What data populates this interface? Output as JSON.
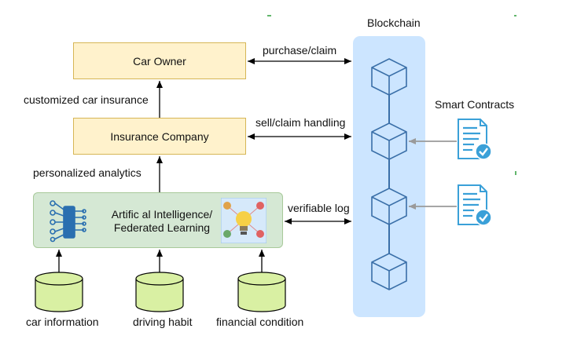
{
  "nodes": {
    "car_owner": "Car Owner",
    "insurance_company": "Insurance Company",
    "ai_line1": "Artific al Intelligence/",
    "ai_line2": "Federated Learning",
    "blockchain": "Blockchain",
    "smart_contracts": "Smart Contracts"
  },
  "edges": {
    "purchase_claim": "purchase/claim",
    "sell_claim_handling": "sell/claim handling",
    "verifiable_log": "verifiable log",
    "customized_insurance": "customized car insurance",
    "personalized_analytics": "personalized analytics"
  },
  "data_sources": [
    {
      "label": "car information"
    },
    {
      "label": "driving habit"
    },
    {
      "label": "financial condition"
    }
  ],
  "icons": [
    "neural-chip-icon",
    "idea-network-icon",
    "cube-icon",
    "contract-document-icon",
    "database-cylinder-icon"
  ],
  "colors": {
    "person_box_fill": "#fff2cc",
    "person_box_border": "#d6b656",
    "ai_box_fill": "#d5e8d4",
    "blockchain_fill": "#cce5ff",
    "cube_fill": "#cce5ff",
    "cube_stroke": "#3a6fa8",
    "database_fill": "#d9f0a3",
    "contract_icon": "#3aa0d8"
  }
}
